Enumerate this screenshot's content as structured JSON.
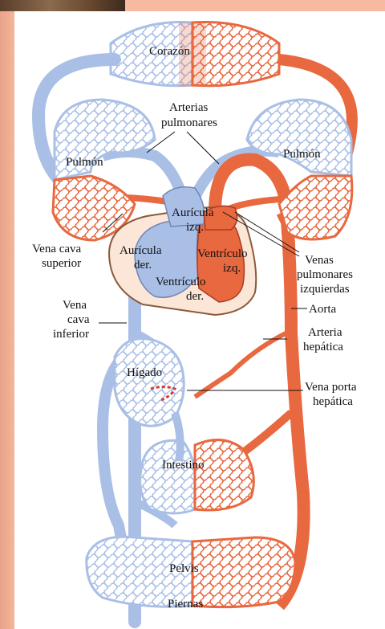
{
  "labels": {
    "corazon": "Corazón",
    "arterias": "Arterias",
    "pulmonares": "pulmonares",
    "pulmon_left": "Pulmón",
    "pulmon_right": "Pulmón",
    "auricula_izq_1": "Aurícula",
    "auricula_izq_2": "izq.",
    "auricula_der_1": "Aurícula",
    "auricula_der_2": "der.",
    "ventriculo_izq_1": "Ventrículo",
    "ventriculo_izq_2": "izq.",
    "ventriculo_der_1": "Ventrículo",
    "ventriculo_der_2": "der.",
    "vena_cava_sup_1": "Vena cava",
    "vena_cava_sup_2": "superior",
    "vena_cava_inf_1": "Vena",
    "vena_cava_inf_2": "cava",
    "vena_cava_inf_3": "inferior",
    "venas_pulm_1": "Venas",
    "venas_pulm_2": "pulmonares",
    "venas_pulm_3": "izquierdas",
    "aorta": "Aorta",
    "arteria_hep_1": "Arteria",
    "arteria_hep_2": "hepática",
    "higado": "Hígado",
    "vena_porta_1": "Vena porta",
    "vena_porta_2": "hepática",
    "intestino": "Intestino",
    "pelvis": "Pelvis",
    "piernas": "Piernas"
  },
  "colors": {
    "venous": "#a9bfe6",
    "venous_dark": "#8ea8d6",
    "arterial": "#e8683f",
    "arterial_dark": "#d4552f",
    "heart_fill": "#fbe6d8",
    "background": "#f7b99f"
  }
}
